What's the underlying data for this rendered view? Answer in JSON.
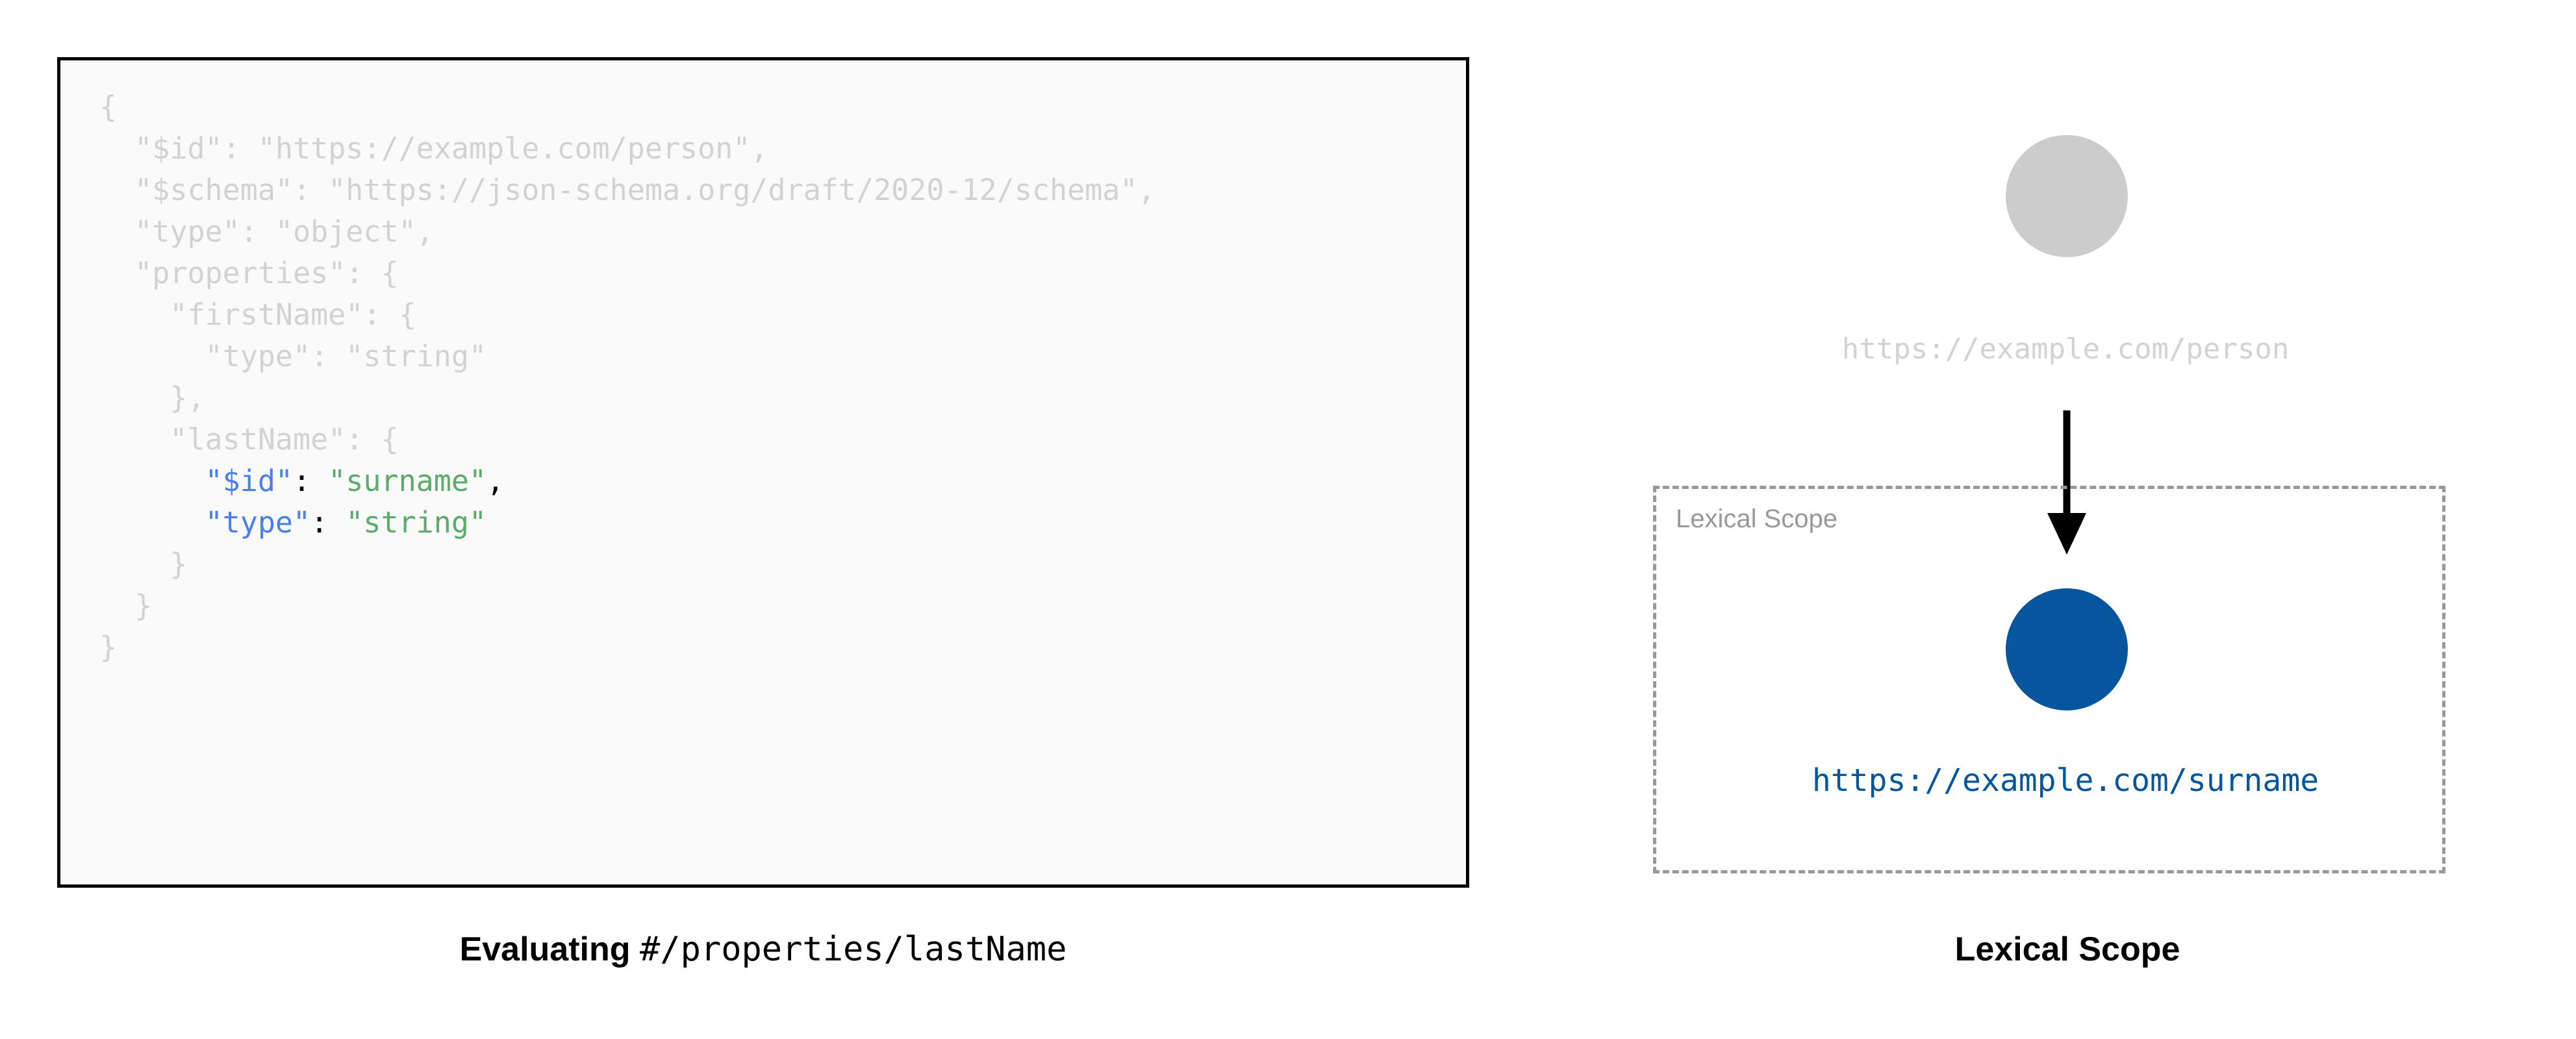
{
  "colors": {
    "dim_text": "#D2D2D2",
    "key_blue": "#4A7FEF",
    "string_green": "#5CAB6B",
    "punctuation": "#000000",
    "node_inactive": "#CCCCCC",
    "node_active": "#05569D",
    "scope_border": "#999999",
    "code_background": "#FAFAFA",
    "code_border": "#000000"
  },
  "left_panel": {
    "code": {
      "language": "json",
      "lines": [
        {
          "indent": 0,
          "segments": [
            {
              "text": "{",
              "style": "dim"
            }
          ]
        },
        {
          "indent": 1,
          "segments": [
            {
              "text": "\"$id\": \"https://example.com/person\",",
              "style": "dim"
            }
          ]
        },
        {
          "indent": 1,
          "segments": [
            {
              "text": "\"$schema\": \"https://json-schema.org/draft/2020-12/schema\",",
              "style": "dim"
            }
          ]
        },
        {
          "indent": 1,
          "segments": [
            {
              "text": "\"type\": \"object\",",
              "style": "dim"
            }
          ]
        },
        {
          "indent": 1,
          "segments": [
            {
              "text": "\"properties\": {",
              "style": "dim"
            }
          ]
        },
        {
          "indent": 2,
          "segments": [
            {
              "text": "\"firstName\": {",
              "style": "dim"
            }
          ]
        },
        {
          "indent": 3,
          "segments": [
            {
              "text": "\"type\": \"string\"",
              "style": "dim"
            }
          ]
        },
        {
          "indent": 2,
          "segments": [
            {
              "text": "},",
              "style": "dim"
            }
          ]
        },
        {
          "indent": 2,
          "segments": [
            {
              "text": "\"lastName\": {",
              "style": "dim"
            }
          ]
        },
        {
          "indent": 3,
          "segments": [
            {
              "text": "\"$id\"",
              "style": "key"
            },
            {
              "text": ": ",
              "style": "punct"
            },
            {
              "text": "\"surname\"",
              "style": "string"
            },
            {
              "text": ",",
              "style": "punct"
            }
          ]
        },
        {
          "indent": 3,
          "segments": [
            {
              "text": "\"type\"",
              "style": "key"
            },
            {
              "text": ": ",
              "style": "punct"
            },
            {
              "text": "\"string\"",
              "style": "string"
            }
          ]
        },
        {
          "indent": 2,
          "segments": [
            {
              "text": "}",
              "style": "dim"
            }
          ]
        },
        {
          "indent": 1,
          "segments": [
            {
              "text": "}",
              "style": "dim"
            }
          ]
        },
        {
          "indent": 0,
          "segments": [
            {
              "text": "}",
              "style": "dim"
            }
          ]
        }
      ]
    },
    "caption": {
      "label": "Evaluating",
      "pointer": "#/properties/lastName"
    }
  },
  "right_panel": {
    "outer_node": {
      "label": "https://example.com/person",
      "state": "inactive"
    },
    "arrow": {
      "direction": "down",
      "icon": "down-arrow-icon"
    },
    "scope_box": {
      "label": "Lexical Scope"
    },
    "inner_node": {
      "label": "https://example.com/surname",
      "state": "active"
    },
    "caption": "Lexical Scope"
  }
}
